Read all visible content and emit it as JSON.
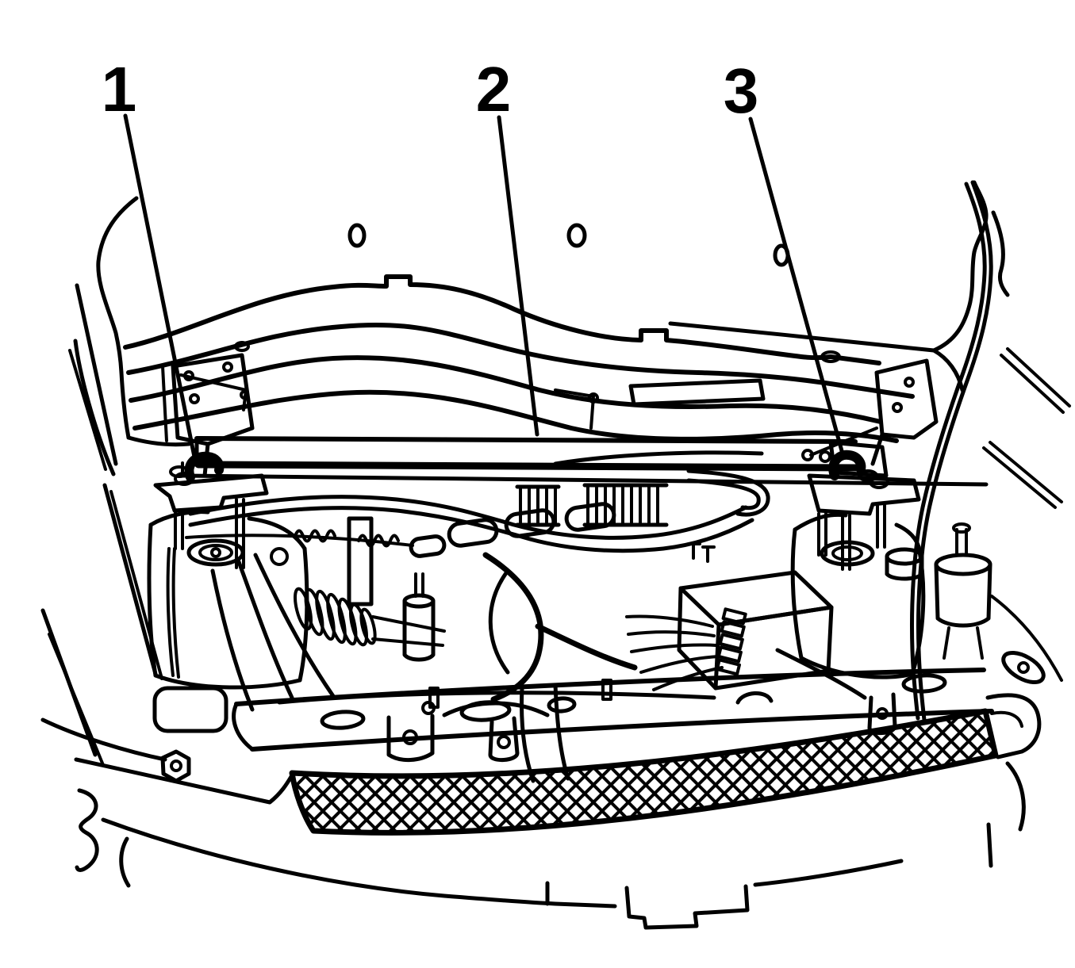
{
  "figure": {
    "background_color": "#ffffff",
    "line_color": "#000000"
  },
  "callouts": [
    {
      "label": "1"
    },
    {
      "label": "2"
    },
    {
      "label": "3"
    }
  ]
}
